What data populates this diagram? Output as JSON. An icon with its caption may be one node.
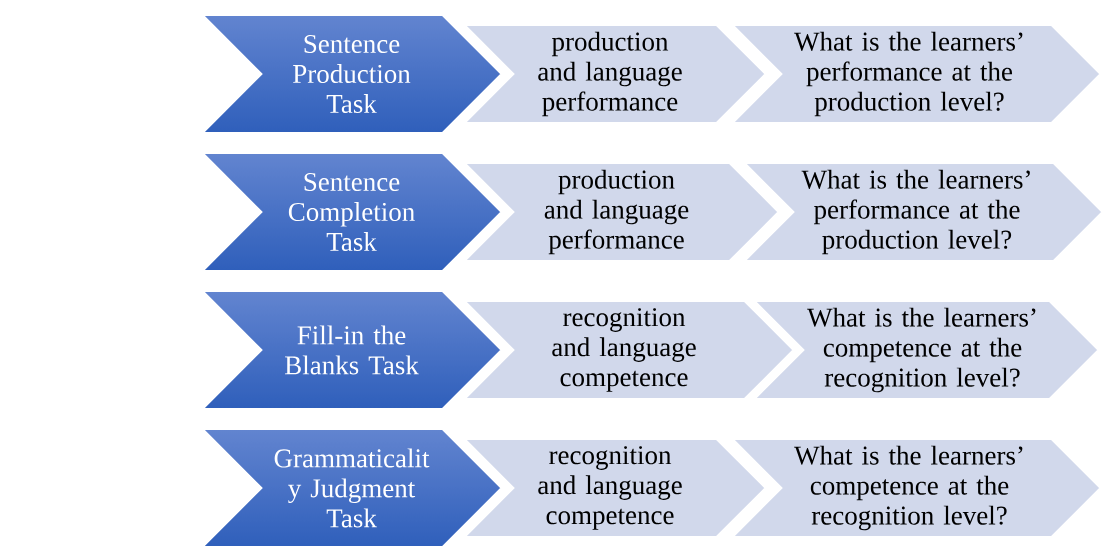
{
  "diagram": {
    "nodes": [
      {
        "text": [
          "Sentence Production Task"
        ]
      },
      {
        "text": [
          "production and language performance"
        ]
      },
      {
        "text": [
          "What is the learners’ performance at the production level?"
        ]
      },
      {
        "text": [
          "Sentence Completion Task"
        ]
      },
      {
        "text": [
          "production and language performance"
        ]
      },
      {
        "text": [
          "What is the learners’ performance at the production level?"
        ]
      },
      {
        "text": [
          "Fill-in the Blanks Task"
        ]
      },
      {
        "text": [
          "recognition and language competence"
        ]
      },
      {
        "text": [
          "What is the learners’ competence at the recognition level?"
        ]
      },
      {
        "text": [
          "Grammaticalit y Judgment Task"
        ]
      },
      {
        "text": [
          "recognition and language competence"
        ]
      },
      {
        "text": [
          "What is the learners’ competence at the recognition level?"
        ]
      }
    ]
  }
}
